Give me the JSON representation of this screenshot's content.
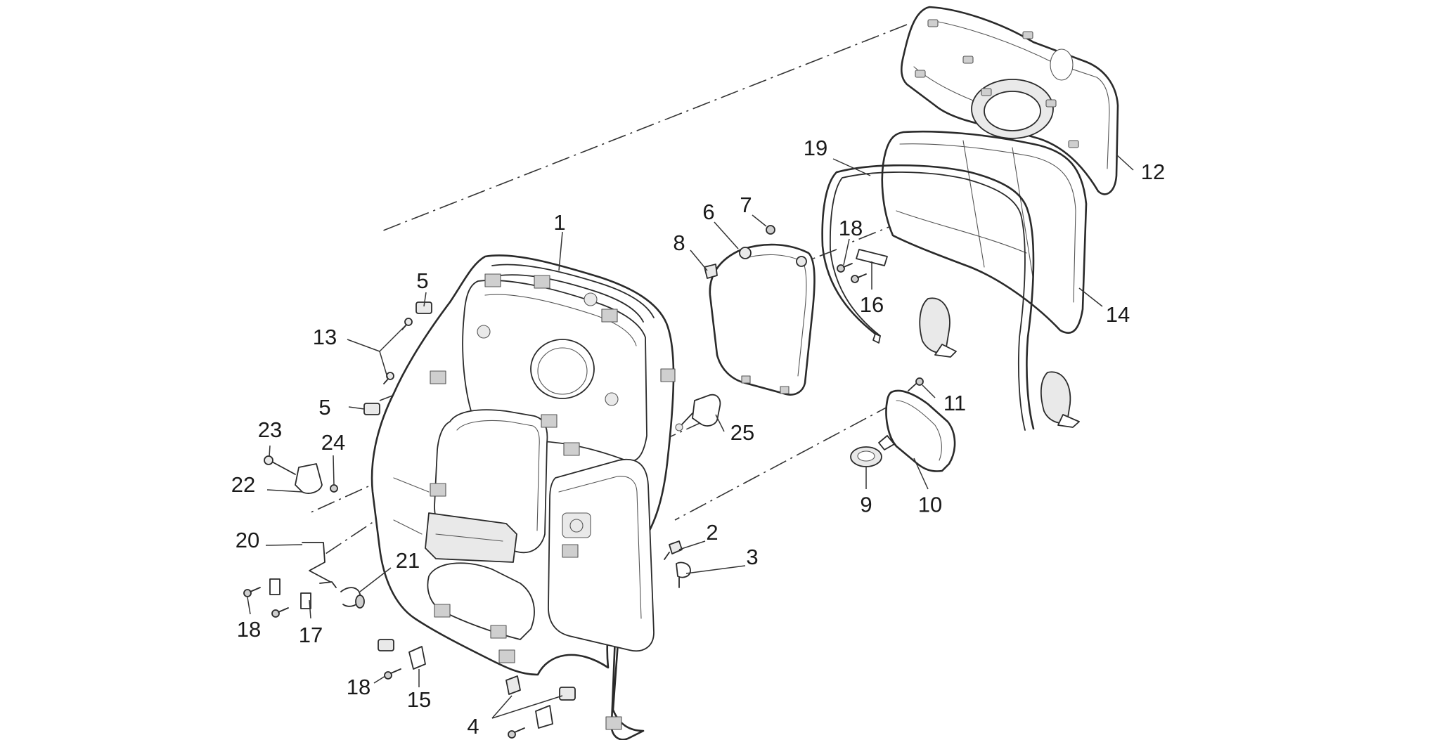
{
  "callouts": [
    {
      "id": "c1",
      "text": "1"
    },
    {
      "id": "c2",
      "text": "2"
    },
    {
      "id": "c3",
      "text": "3"
    },
    {
      "id": "c4",
      "text": "4"
    },
    {
      "id": "c5a",
      "text": "5"
    },
    {
      "id": "c5b",
      "text": "5"
    },
    {
      "id": "c6",
      "text": "6"
    },
    {
      "id": "c7",
      "text": "7"
    },
    {
      "id": "c8",
      "text": "8"
    },
    {
      "id": "c9",
      "text": "9"
    },
    {
      "id": "c10",
      "text": "10"
    },
    {
      "id": "c11",
      "text": "11"
    },
    {
      "id": "c12",
      "text": "12"
    },
    {
      "id": "c13",
      "text": "13"
    },
    {
      "id": "c14",
      "text": "14"
    },
    {
      "id": "c15",
      "text": "15"
    },
    {
      "id": "c16",
      "text": "16"
    },
    {
      "id": "c17",
      "text": "17"
    },
    {
      "id": "c18a",
      "text": "18"
    },
    {
      "id": "c18b",
      "text": "18"
    },
    {
      "id": "c18c",
      "text": "18"
    },
    {
      "id": "c19",
      "text": "19"
    },
    {
      "id": "c20",
      "text": "20"
    },
    {
      "id": "c21",
      "text": "21"
    },
    {
      "id": "c22",
      "text": "22"
    },
    {
      "id": "c23",
      "text": "23"
    },
    {
      "id": "c24",
      "text": "24"
    },
    {
      "id": "c25",
      "text": "25"
    }
  ]
}
